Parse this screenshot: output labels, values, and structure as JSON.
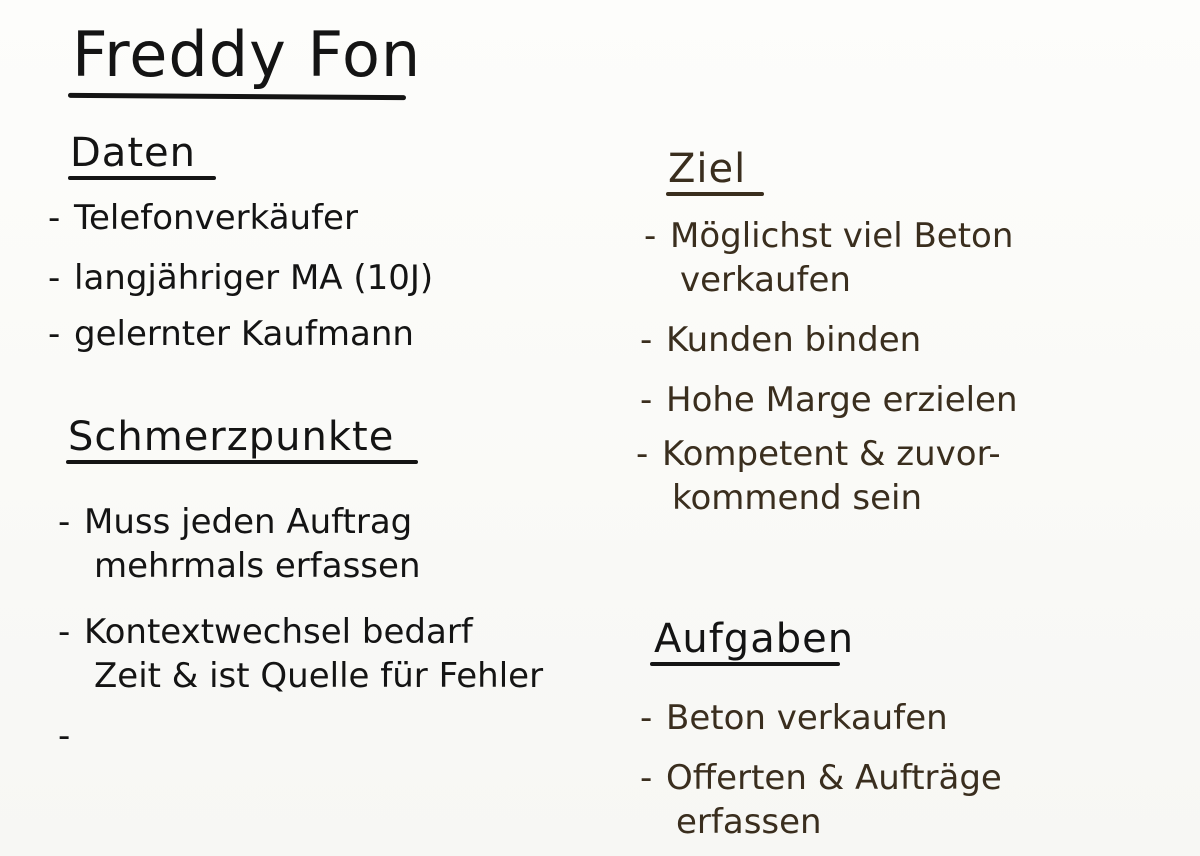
{
  "title": "Freddy Fon",
  "sections": {
    "daten": {
      "heading": "Daten",
      "items": [
        "Telefonverkäufer",
        "langjähriger MA (10J)",
        "gelernter Kaufmann"
      ]
    },
    "schmerzpunkte": {
      "heading": "Schmerzpunkte",
      "items": [
        [
          "Muss jeden Auftrag",
          "mehrmals erfassen"
        ],
        [
          "Kontextwechsel bedarf",
          "Zeit & ist Quelle für Fehler"
        ],
        [
          ""
        ]
      ]
    },
    "ziel": {
      "heading": "Ziel",
      "items": [
        [
          "Möglichst viel Beton",
          "verkaufen"
        ],
        [
          "Kunden binden"
        ],
        [
          "Hohe Marge erzielen"
        ],
        [
          "Kompetent & zuvor-",
          "kommend sein"
        ]
      ]
    },
    "aufgaben": {
      "heading": "Aufgaben",
      "items": [
        [
          "Beton verkaufen"
        ],
        [
          "Offerten & Aufträge",
          "erfassen"
        ]
      ]
    }
  },
  "colors": {
    "black_ink": "#141414",
    "brown_ink": "#3a2e1e",
    "paper": "#fbfbf9"
  }
}
